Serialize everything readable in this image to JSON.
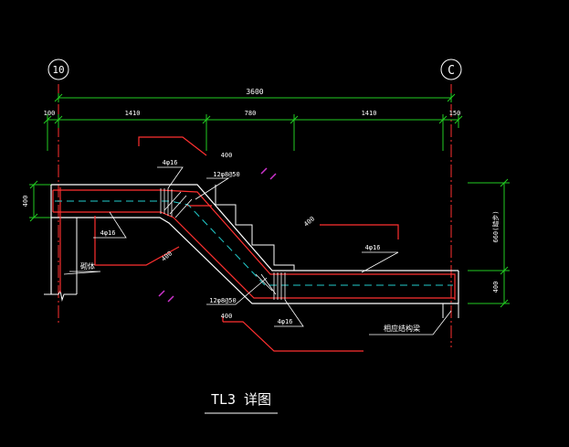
{
  "colors": {
    "background": "#000000",
    "dimension": "#22cc22",
    "concrete": "#ffffff",
    "rebar": "#ff3030",
    "stirrup_line": "#22cccc",
    "text": "#ffffff",
    "axis": "#ff3030",
    "hatch": "#cc33cc"
  },
  "axes": {
    "left": "10",
    "right": "C"
  },
  "dimensions": {
    "overall": "3600",
    "segments": [
      "100",
      "1410",
      "780",
      "1410",
      "150"
    ],
    "left_height": "400",
    "right_height": "660(踏步)",
    "right_bottom": "400"
  },
  "rebar_labels": {
    "top_left": "4φ16",
    "stirrup_top": "12φ8@50",
    "bottom_left": "4φ16",
    "right_top": "4φ16",
    "stirrup_bottom": "12φ8@50",
    "bottom_right": "4φ16"
  },
  "anchorage_labels": {
    "top": "400",
    "middle_right": "400",
    "middle_left": "400",
    "bottom": "400"
  },
  "notes": {
    "left_support": "砌体",
    "right_support": "相应结构梁"
  },
  "title": "TL3 详图"
}
